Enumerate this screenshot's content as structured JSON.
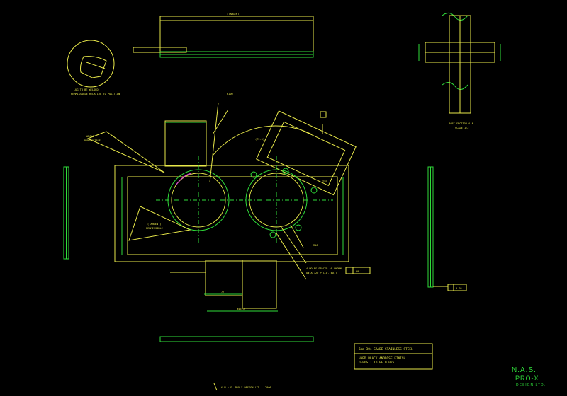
{
  "labels": {
    "top_strip": "(TANGENT)",
    "weld_note_1": "LUG TO BE WELDED",
    "weld_note_2": "PERMISSIBLE RELATIVE TO POSITION",
    "part_section_1": "PART SECTION A-A",
    "part_section_2": "SCALE 1:2",
    "angle_note_1": "ANGLE",
    "angle_note_2": "PERMISSIBLE",
    "tangent_note_1": "(TANGENT)",
    "tangent_note_2": "PERMISSIBLE",
    "holes_note_1": "4 HOLES SPACED AS SHOWN",
    "holes_note_2": "ON A 120 P.C.D. EQ.T",
    "tol_box": "Ø0.1",
    "tol_box_right": "0.05",
    "dim_typ": "TYP.",
    "dim_top": "(72.5)",
    "dim_r": "R100",
    "dim_m": "M16",
    "dim_bottom": "Ø46.5",
    "dim_small": "77"
  },
  "notes": {
    "line1": "6mm 304 GRADE STAINLESS STEEL",
    "line2": "HARD BLACK ANODISE FINISH",
    "line3": "DEPOSIT TO BE 0.025"
  },
  "brand": {
    "name": "N.A.S.",
    "product": "PRO-X",
    "company": "DESIGN LTD."
  },
  "footer": {
    "copyright": "© N.A.S. PRO-X DESIGN LTD.",
    "date": "2006"
  }
}
